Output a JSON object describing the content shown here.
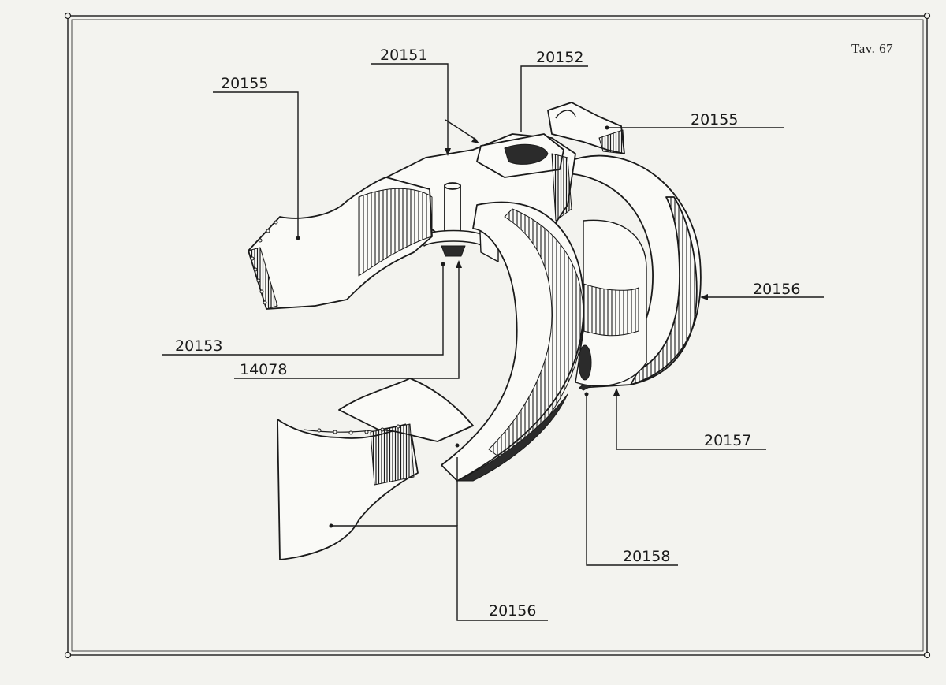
{
  "plate": {
    "title": "Tav. 67"
  },
  "callouts": [
    {
      "id": "c-20155-left",
      "label": "20155"
    },
    {
      "id": "c-20151",
      "label": "20151"
    },
    {
      "id": "c-20152",
      "label": "20152"
    },
    {
      "id": "c-20155-right",
      "label": "20155"
    },
    {
      "id": "c-20156-right",
      "label": "20156"
    },
    {
      "id": "c-20153",
      "label": "20153"
    },
    {
      "id": "c-14078",
      "label": "14078"
    },
    {
      "id": "c-20157",
      "label": "20157"
    },
    {
      "id": "c-20158",
      "label": "20158"
    },
    {
      "id": "c-20156-bottom",
      "label": "20156"
    }
  ],
  "colors": {
    "ink": "#1a1a1a",
    "paper": "#f3f3ef",
    "shade": "#2b2b2b"
  }
}
